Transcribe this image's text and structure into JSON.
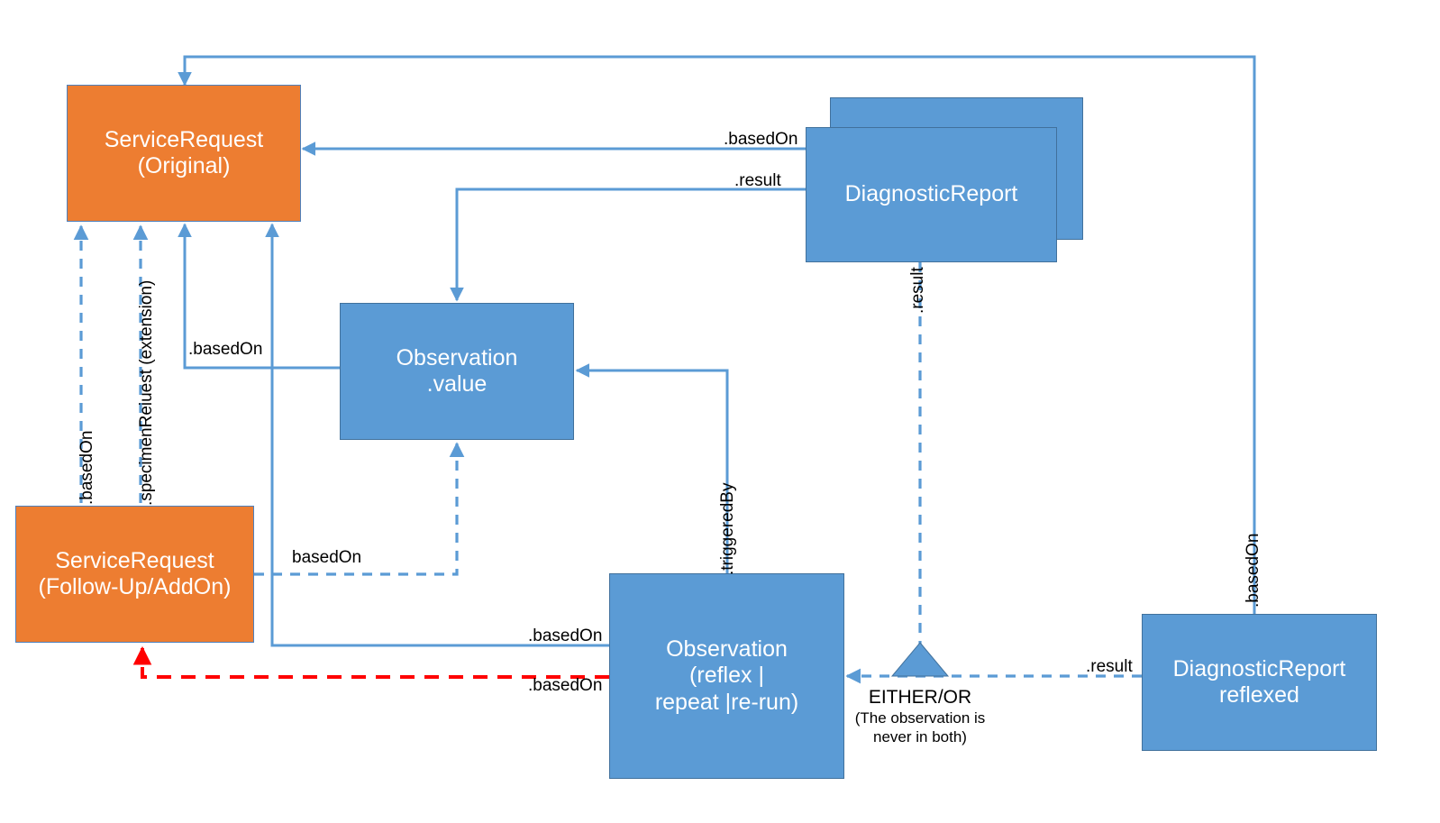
{
  "diagram": {
    "title": "FHIR ServiceRequest / Observation / DiagnosticReport reflex flow",
    "colors": {
      "orange_fill": "#ED7D31",
      "blue_fill": "#5B9BD5",
      "blue_line": "#5B9BD5",
      "blue_border": "#41719C",
      "red_line": "#FF0000",
      "text_on_node": "#FFFFFF",
      "label_text": "#000000",
      "background": "#FFFFFF"
    },
    "nodes": [
      {
        "id": "sr_original",
        "label": "ServiceRequest\n(Original)",
        "fill": "orange"
      },
      {
        "id": "sr_followup",
        "label": "ServiceRequest\n(Follow-Up/AddOn)",
        "fill": "orange"
      },
      {
        "id": "dr_back",
        "label": "",
        "fill": "blue"
      },
      {
        "id": "dr_front",
        "label": "DiagnosticReport",
        "fill": "blue"
      },
      {
        "id": "obs_value",
        "label": "Observation\n.value",
        "fill": "blue"
      },
      {
        "id": "obs_reflex",
        "label": "Observation\n(reflex |\nrepeat |re-run)",
        "fill": "blue"
      },
      {
        "id": "dr_reflexed",
        "label": "DiagnosticReport\nreflexed",
        "fill": "blue"
      }
    ],
    "edge_labels": {
      "dr_basedon_sr": ".basedOn",
      "dr_result_obs": ".result",
      "obsvalue_basedon_sr": ".basedOn",
      "sr_basedon_vertical": ".basedOn",
      "sr_specimenrequest": ".specimenReiuest (extension)",
      "followup_basedon": "basedOn",
      "reflex_basedon_solid": ".basedOn",
      "reflex_basedon_dashed": ".basedOn",
      "dr_result_vertical": ".result",
      "obs_triggeredby": ".triggeredBy",
      "drreflexed_basedon": ".basedOn",
      "drreflexed_result": ".result"
    },
    "annotation": {
      "heading": "EITHER/OR",
      "detail": "(The observation is\nnever in both)"
    }
  }
}
